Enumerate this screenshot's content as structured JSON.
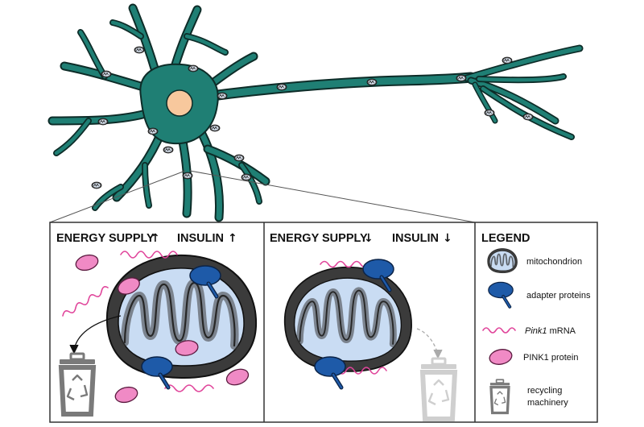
{
  "panels": [
    {
      "energy_label": "ENERGY SUPPLY",
      "energy_arrow": "↑",
      "insulin_label": "INSULIN",
      "insulin_arrow": "↑"
    },
    {
      "energy_label": "ENERGY SUPPLY",
      "energy_arrow": "↓",
      "insulin_label": "INSULIN",
      "insulin_arrow": "↓"
    }
  ],
  "legend": {
    "title": "LEGEND",
    "items": [
      {
        "icon": "mitochondrion-icon",
        "label": "mitochondrion"
      },
      {
        "icon": "adapter-protein-icon",
        "label": "adapter proteins"
      },
      {
        "icon": "pink1-mrna-icon",
        "label_italic": "Pink1",
        "label_rest": " mRNA"
      },
      {
        "icon": "pink1-protein-icon",
        "label": "PINK1 protein"
      },
      {
        "icon": "recycling-bin-icon",
        "label_line1": "recycling",
        "label_line2": "machinery"
      }
    ]
  },
  "colors": {
    "neuron": "#1f7f74",
    "neuron_outline": "#0d2c28",
    "nucleus": "#f7c89d",
    "mito_outer": "#3b3b3b",
    "mito_inner": "#c9dcf3",
    "adapter": "#1e5aa8",
    "pink1": "#f08ac5",
    "mrna": "#e0449a",
    "bin": "#7a7a7a",
    "bin_faded": "#cfcfcf"
  }
}
